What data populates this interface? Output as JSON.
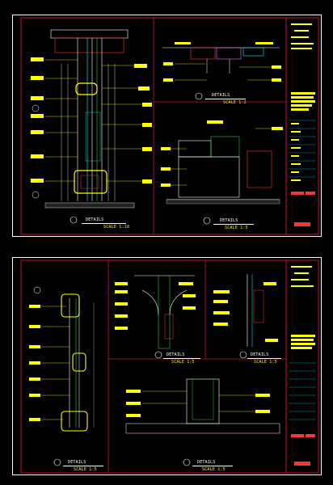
{
  "sheets": [
    {
      "id": "sheet-1",
      "captions": [
        {
          "title": "DETAILS",
          "sub": "SCALE 1:10"
        },
        {
          "title": "DETAILS",
          "sub": "SCALE 1:2"
        },
        {
          "title": "DETAILS",
          "sub": "SCALE 1:5"
        }
      ]
    },
    {
      "id": "sheet-2",
      "captions": [
        {
          "title": "DETAILS",
          "sub": "SCALE 1:5"
        },
        {
          "title": "DETAILS",
          "sub": "SCALE 1:5"
        },
        {
          "title": "DETAILS",
          "sub": "SCALE 1:5"
        },
        {
          "title": "DETAILS",
          "sub": "SCALE 1:5"
        }
      ]
    }
  ],
  "colors": {
    "border_red": "#c8102e",
    "line_white": "#ffffff",
    "annotation_yellow": "#ffff00",
    "section_cyan": "#00ffff",
    "element_green": "#33cc33",
    "hatch_red": "#ff3333",
    "hatch_magenta": "#ff66ff"
  }
}
